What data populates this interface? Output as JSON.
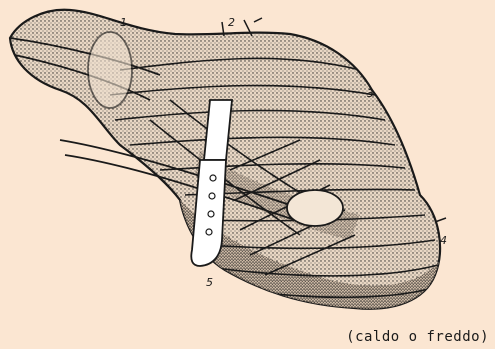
{
  "caption": "(caldo o freddo)",
  "labels": [
    "1",
    "2",
    "3",
    "4",
    "5"
  ],
  "colors": {
    "background": "#fbe6d2",
    "ink": "#1a1a1a",
    "meat": "#e9d7c4"
  }
}
